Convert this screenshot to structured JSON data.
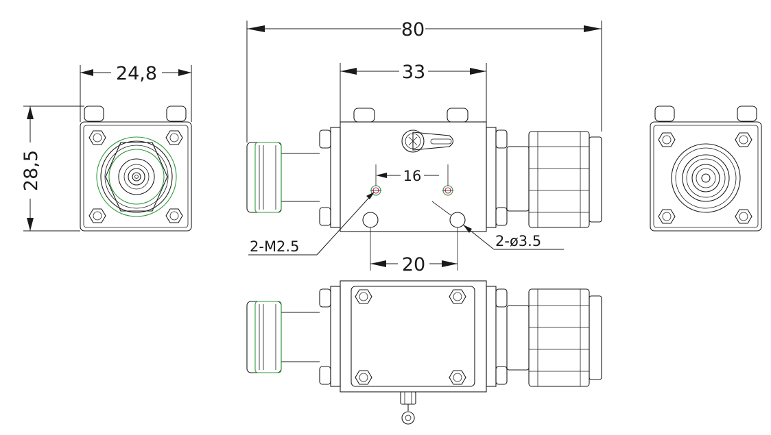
{
  "dimensions": {
    "overall_length": "80",
    "body_length": "33",
    "side_width": "24,8",
    "side_height": "28,5",
    "tapped_hole_spacing": "16",
    "thru_hole_spacing": "20"
  },
  "callouts": {
    "tapped_holes": "2-M2.5",
    "thru_holes": "2-ø3.5"
  },
  "colors": {
    "line": "#1a1a1a",
    "connector_accent": "#2e9a3a",
    "hole_accent": "#d0106a"
  }
}
